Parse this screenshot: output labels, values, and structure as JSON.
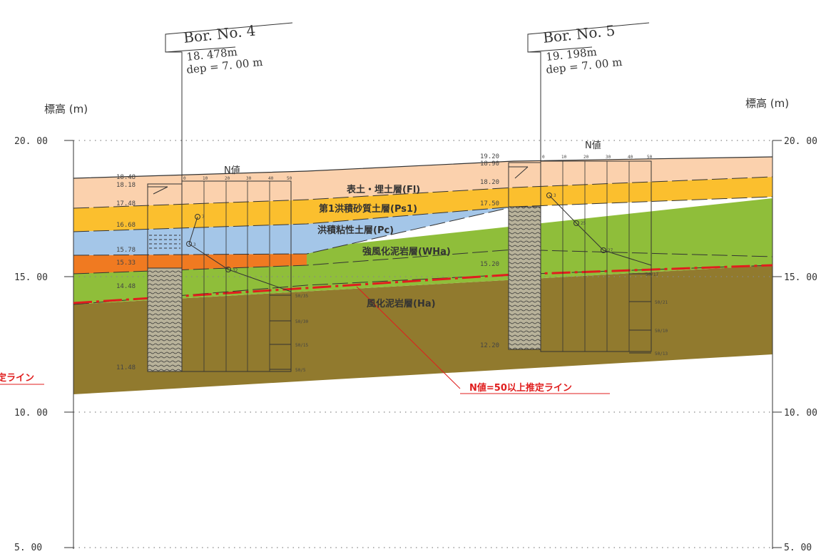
{
  "axis": {
    "title_left": "標高 (m)",
    "title_right": "標高 (m)",
    "ticks": [
      "20. 00",
      "15. 00",
      "10. 00",
      "5. 00"
    ]
  },
  "colors": {
    "fill_layer": "#fbd1ad",
    "sand_layer": "#fbbf2e",
    "clay_layer": "#a4c6e8",
    "orange_band": "#f07a21",
    "strong_weathered": "#8fbe3a",
    "weathered": "#917a2e",
    "n50_line": "#e01e1e"
  },
  "layers": {
    "fill": "表土・埋土層(Fl)",
    "sand": "第1洪積砂質土層(Ps1)",
    "clay": "洪積粘性土層(Pc)",
    "strong_weathered": "強風化泥岩層(WHa)",
    "weathered": "風化泥岩層(Ha)"
  },
  "n50_label": "N値=50以上推定ライン",
  "n50_label_left": "定ライン",
  "bor4": {
    "title": "Bor. No. 4",
    "elev": "18. 478m",
    "dep": "dep = 7. 00 m",
    "nlabel": "N値",
    "scale": [
      "0",
      "10",
      "20",
      "30",
      "40",
      "50"
    ],
    "depths": [
      "18.48",
      "18.18",
      "17.48",
      "16.68",
      "15.78",
      "15.33",
      "14.48",
      "11.48"
    ],
    "nvalues": [
      "7",
      "3",
      "32",
      "50/35",
      "50/30",
      "50/15",
      "50/5"
    ]
  },
  "bor5": {
    "title": "Bor. No. 5",
    "elev": "19. 198m",
    "dep": "dep = 7. 00 m",
    "nlabel": "N値",
    "scale": [
      "0",
      "10",
      "20",
      "30",
      "40",
      "50"
    ],
    "depths": [
      "19.20",
      "18.90",
      "18.20",
      "17.50",
      "15.20",
      "12.20"
    ],
    "nvalues": [
      "3",
      "25",
      "27",
      "50/17",
      "50/21",
      "50/10",
      "50/13"
    ]
  }
}
